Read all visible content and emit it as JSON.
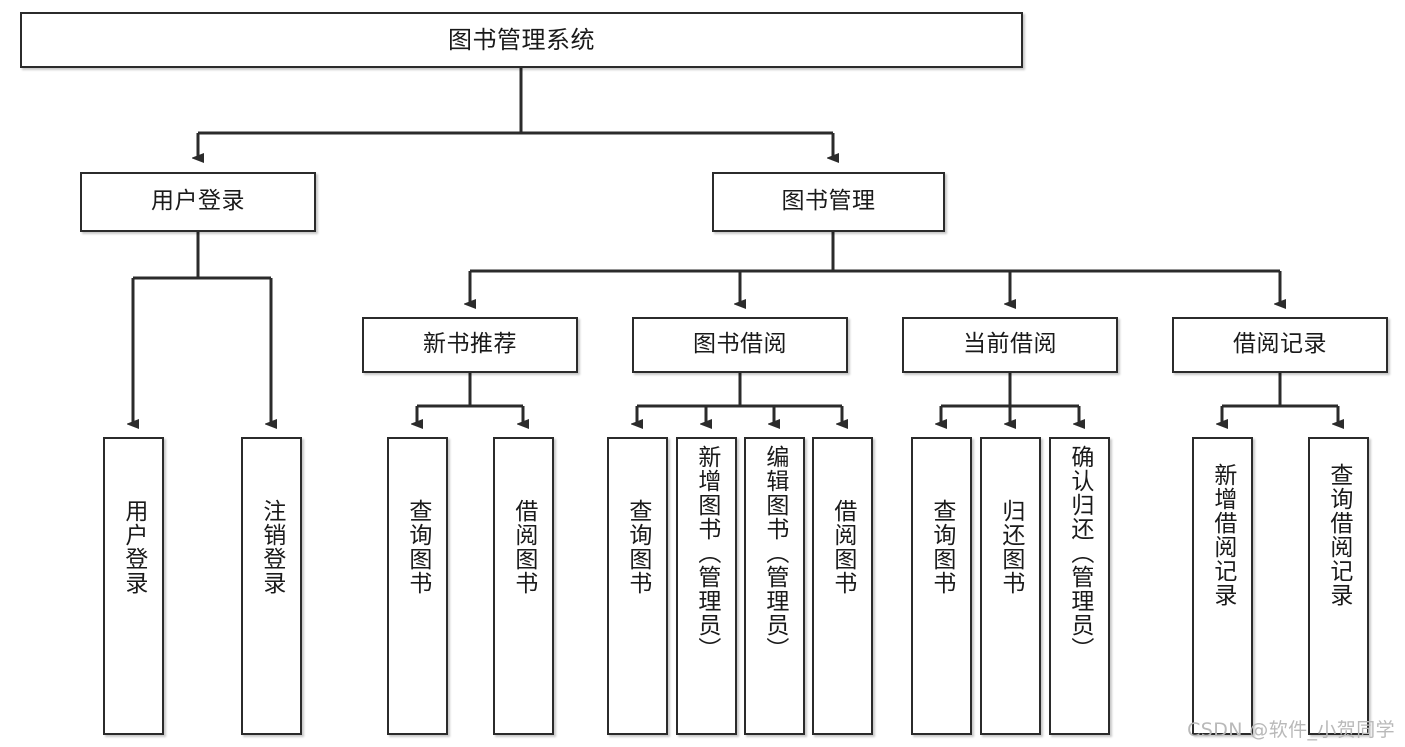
{
  "diagram": {
    "title": "图书管理系统",
    "type": "tree",
    "root": {
      "label": "图书管理系统"
    },
    "level2": [
      {
        "label": "用户登录"
      },
      {
        "label": "图书管理"
      }
    ],
    "level3": [
      {
        "label": "新书推荐"
      },
      {
        "label": "图书借阅"
      },
      {
        "label": "当前借阅"
      },
      {
        "label": "借阅记录"
      }
    ],
    "leaves": {
      "user_login": [
        {
          "label": "用户登录"
        },
        {
          "label": "注销登录"
        }
      ],
      "new_book_recommend": [
        {
          "label": "查询图书"
        },
        {
          "label": "借阅图书"
        }
      ],
      "book_borrow": [
        {
          "label": "查询图书"
        },
        {
          "label": "新增图书（管理员）"
        },
        {
          "label": "编辑图书（管理员）"
        },
        {
          "label": "借阅图书"
        }
      ],
      "current_borrow": [
        {
          "label": "查询图书"
        },
        {
          "label": "归还图书"
        },
        {
          "label": "确认归还（管理员）"
        }
      ],
      "borrow_record": [
        {
          "label": "新增借阅记录"
        },
        {
          "label": "查询借阅记录"
        }
      ]
    }
  },
  "watermark": {
    "text": "CSDN @软件_小贺同学"
  },
  "colors": {
    "stroke": "#2b2b2b",
    "box_fill": "#ffffff",
    "text": "#1a1a1a",
    "watermark": "#b9b9b9",
    "background": "#ffffff"
  }
}
